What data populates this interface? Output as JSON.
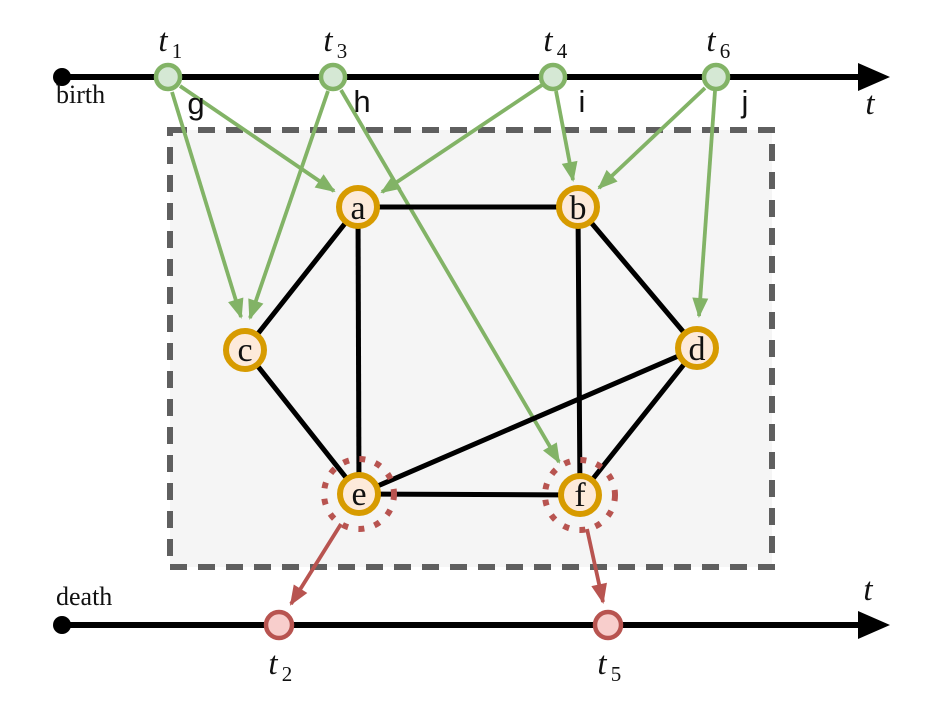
{
  "figure": {
    "title": "temporal-graph-birth-death-figure",
    "colors": {
      "green_stroke": "#82b366",
      "green_fill": "#d5e8d4",
      "orange_stroke": "#d79b00",
      "orange_fill": "#fdeada",
      "red_stroke": "#b85450",
      "red_fill": "#f8cecc",
      "panel_fill": "#f5f5f5",
      "panel_border": "#5f5f5f",
      "edge_color": "#000000"
    },
    "birth_timeline": {
      "label": "birth",
      "axis_symbol": "t",
      "events": [
        {
          "symbol": "t",
          "sub": "1",
          "vertex": "g"
        },
        {
          "symbol": "t",
          "sub": "3",
          "vertex": "h"
        },
        {
          "symbol": "t",
          "sub": "4",
          "vertex": "i"
        },
        {
          "symbol": "t",
          "sub": "6",
          "vertex": "j"
        }
      ]
    },
    "death_timeline": {
      "label": "death",
      "axis_symbol": "t",
      "events": [
        {
          "symbol": "t",
          "sub": "2",
          "dying_vertex": "e"
        },
        {
          "symbol": "t",
          "sub": "5",
          "dying_vertex": "f"
        }
      ]
    },
    "graph": {
      "nodes": [
        "a",
        "b",
        "c",
        "d",
        "e",
        "f"
      ],
      "edges": [
        "a-b",
        "a-c",
        "a-e",
        "b-d",
        "b-f",
        "c-e",
        "d-e",
        "d-f",
        "e-f"
      ],
      "highlighted_dying_nodes": [
        "e",
        "f"
      ],
      "birth_arrows": [
        "g-c",
        "g-a",
        "h-c",
        "h-f",
        "i-a",
        "i-b",
        "j-b",
        "j-d"
      ],
      "death_arrows": [
        "e-t2",
        "f-t5"
      ]
    }
  }
}
